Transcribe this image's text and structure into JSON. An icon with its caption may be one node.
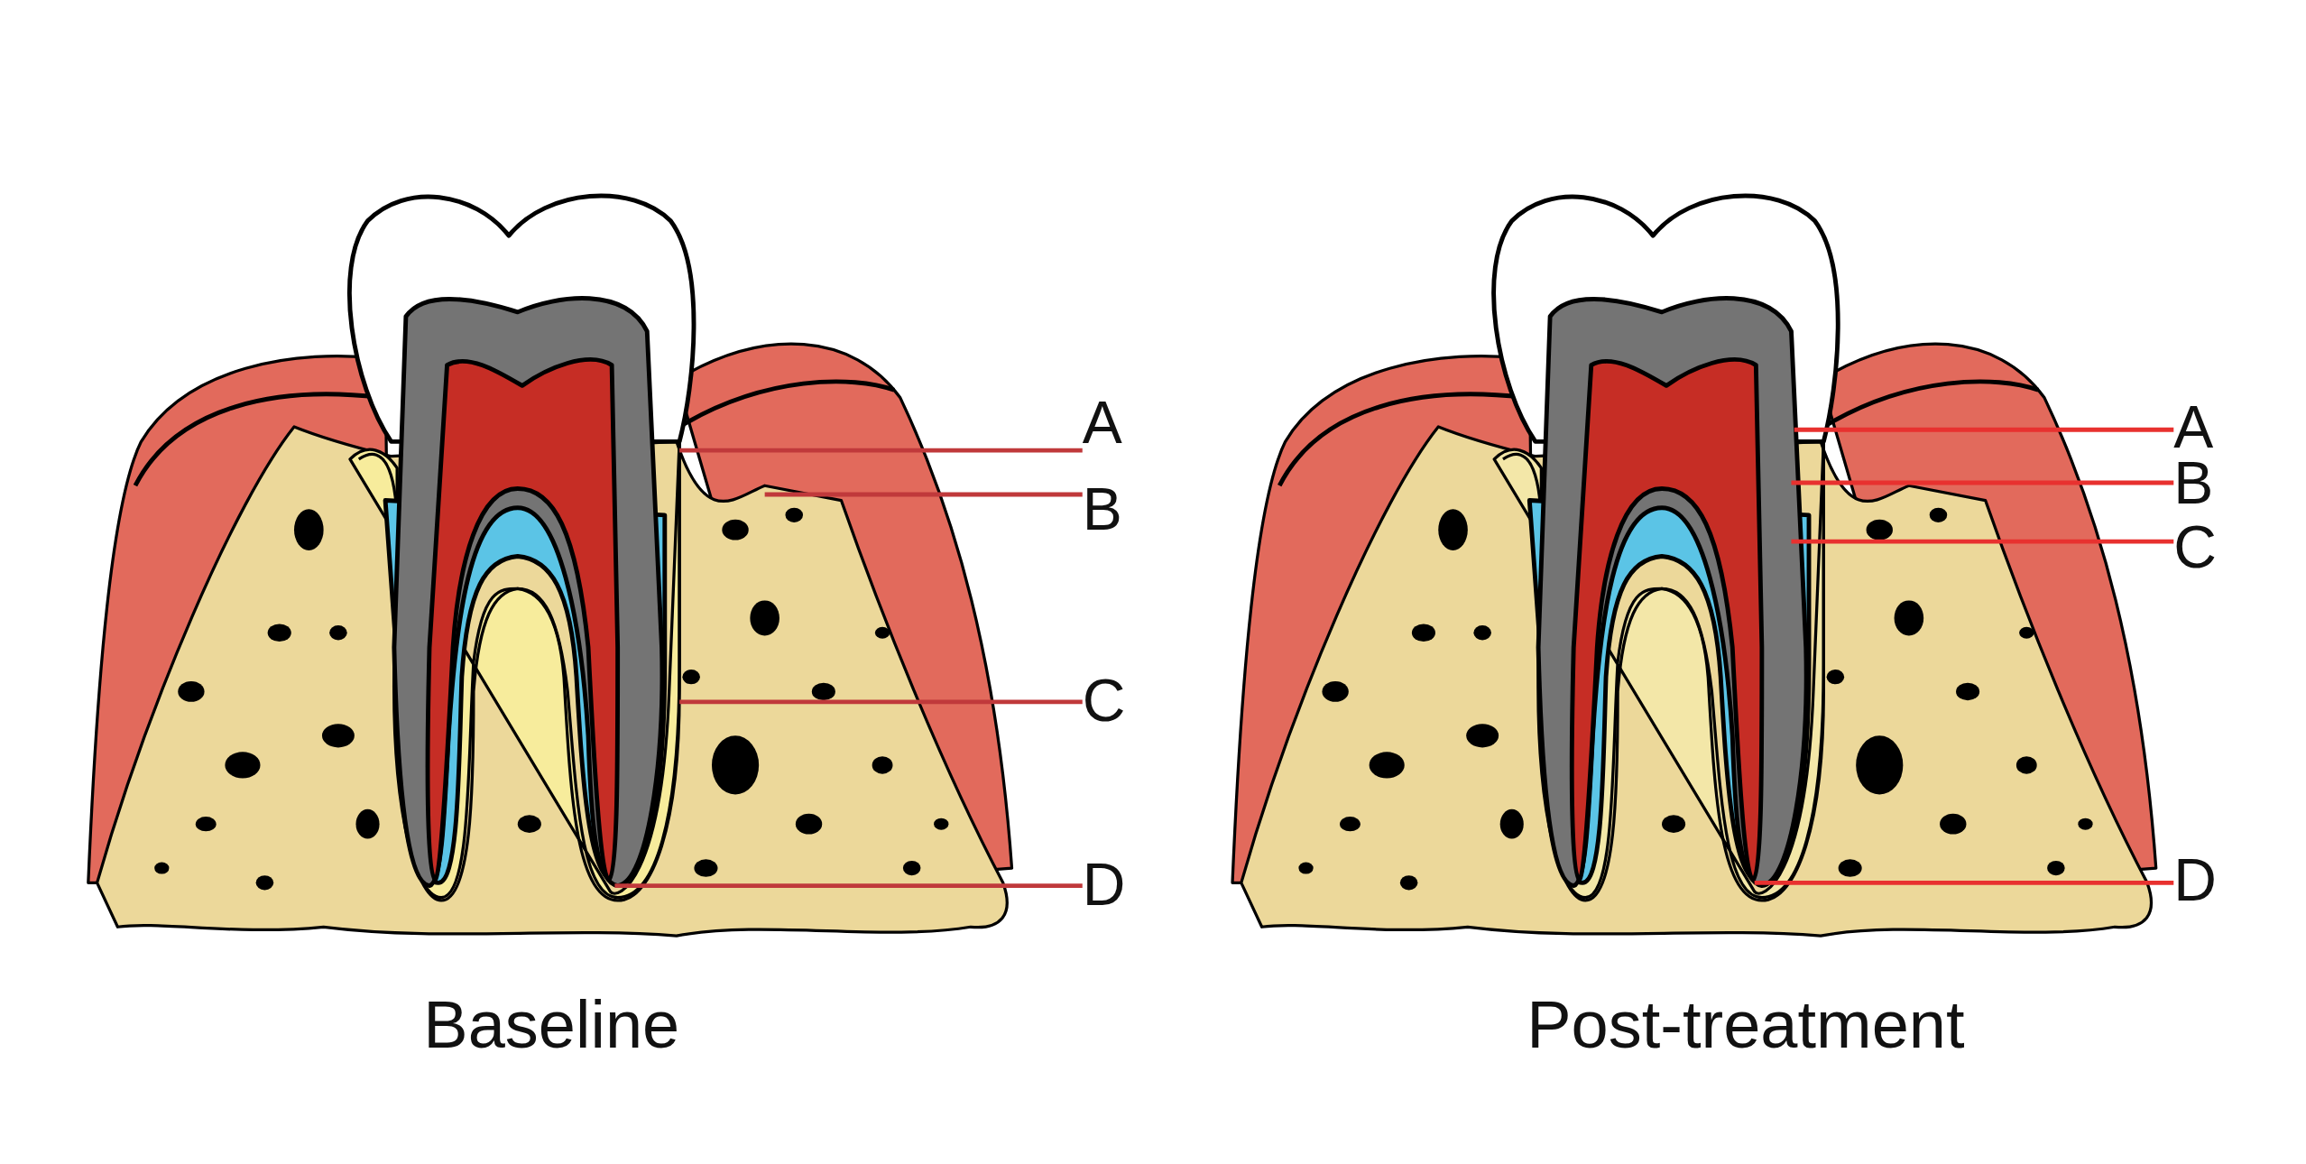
{
  "diagram": {
    "nodes": [
      {
        "text": [
          "A"
        ]
      },
      {
        "text": [
          "B"
        ]
      },
      {
        "text": [
          "C"
        ]
      },
      {
        "text": [
          "D"
        ]
      },
      {
        "text": [
          "A"
        ]
      },
      {
        "text": [
          "B"
        ]
      },
      {
        "text": [
          "C"
        ]
      },
      {
        "text": [
          "D"
        ]
      }
    ],
    "edges": [
      {
        "from": 0,
        "to": null,
        "arrow": "none",
        "color": "#c0393b"
      },
      {
        "from": 1,
        "to": null,
        "arrow": "none",
        "color": "#c0393b"
      },
      {
        "from": 2,
        "to": null,
        "arrow": "none",
        "color": "#c0393b"
      },
      {
        "from": 3,
        "to": null,
        "arrow": "none",
        "color": "#c0393b"
      },
      {
        "from": 4,
        "to": null,
        "arrow": "none",
        "color": "#e8312f"
      },
      {
        "from": 5,
        "to": null,
        "arrow": "none",
        "color": "#e8312f"
      },
      {
        "from": 6,
        "to": null,
        "arrow": "none",
        "color": "#e8312f"
      },
      {
        "from": 7,
        "to": null,
        "arrow": "none",
        "color": "#e8312f"
      }
    ],
    "labels": [
      "Baseline",
      "Post-treatment"
    ]
  }
}
